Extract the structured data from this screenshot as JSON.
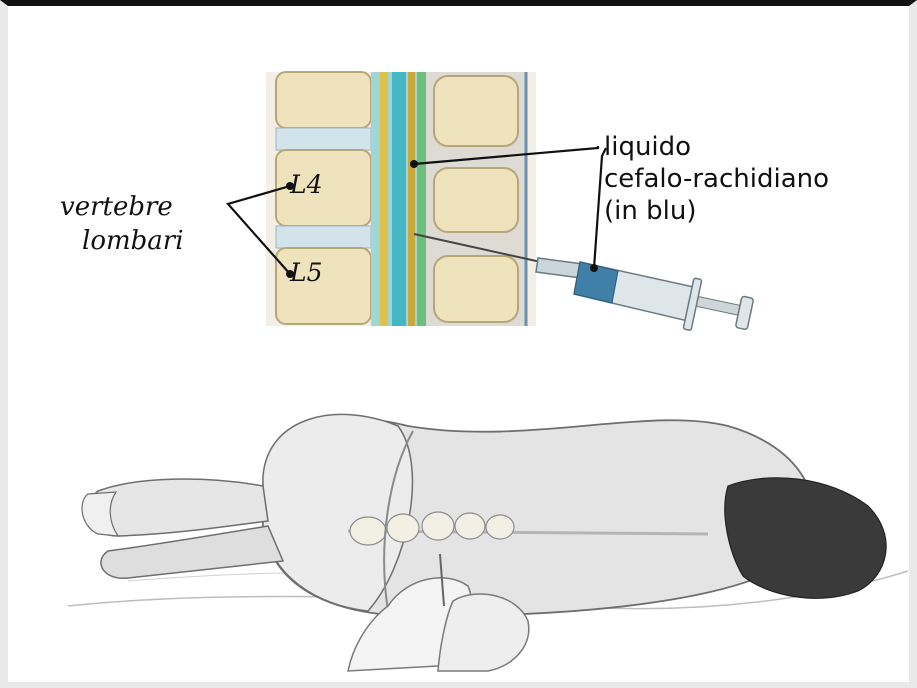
{
  "labels": {
    "vertebre_line1": "vertebre",
    "vertebre_line2": "lombari",
    "l4": "L4",
    "l5": "L5",
    "csf_line1": "liquido",
    "csf_line2": "cefalo-rachidiano",
    "csf_line3": "(in blu)"
  },
  "colors": {
    "bone": "#efe6c6",
    "disc": "#cfe0ea",
    "csf": "#6cc6c9",
    "skin": "#e2e2e2",
    "hair": "#333333"
  }
}
